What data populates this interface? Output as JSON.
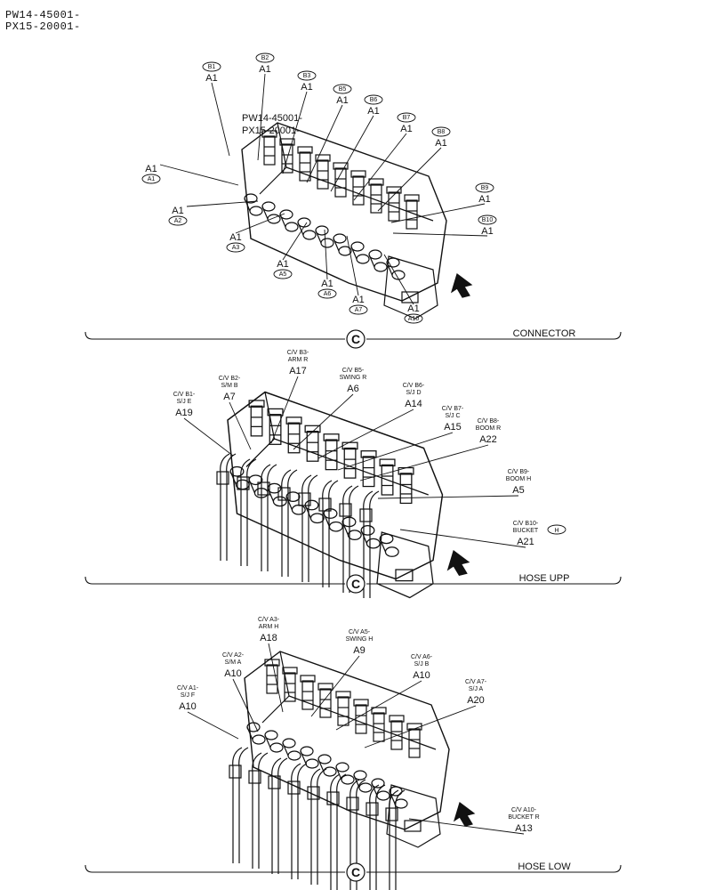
{
  "header": {
    "serial_lines": [
      "PW14-45001-",
      "PX15-20001-"
    ]
  },
  "sections": [
    {
      "title": "CONNECTOR",
      "marker": "C"
    },
    {
      "title": "HOSE UPP",
      "marker": "C"
    },
    {
      "title": "HOSE LOW",
      "marker": "C"
    }
  ],
  "overlay_stamp": [
    "PW14-45001-",
    "PX15-20001-"
  ],
  "connector_callouts": [
    {
      "circle": "B1",
      "code": "A1"
    },
    {
      "circle": "B2",
      "code": "A1"
    },
    {
      "circle": "B3",
      "code": "A1"
    },
    {
      "circle": "B5",
      "code": "A1"
    },
    {
      "circle": "B6",
      "code": "A1"
    },
    {
      "circle": "B7",
      "code": "A1"
    },
    {
      "circle": "B8",
      "code": "A1"
    },
    {
      "circle": "B9",
      "code": "A1"
    },
    {
      "circle": "B10",
      "code": "A1"
    },
    {
      "circle": "A1",
      "code": "A1"
    },
    {
      "circle": "A2",
      "code": "A1"
    },
    {
      "circle": "A3",
      "code": "A1"
    },
    {
      "circle": "A5",
      "code": "A1"
    },
    {
      "circle": "A6",
      "code": "A1"
    },
    {
      "circle": "A7",
      "code": "A1"
    },
    {
      "circle": "A10",
      "code": "A1"
    }
  ],
  "hose_upp_callouts": [
    {
      "lines": [
        "C/V B1-",
        "S/J E"
      ],
      "code": "A19"
    },
    {
      "lines": [
        "C/V B2-",
        "S/M B"
      ],
      "code": "A7"
    },
    {
      "lines": [
        "C/V B3-",
        "ARM R"
      ],
      "code": "A17"
    },
    {
      "lines": [
        "C/V B5-",
        "SWING R"
      ],
      "code": "A6"
    },
    {
      "lines": [
        "C/V B6-",
        "S/J D"
      ],
      "code": "A14"
    },
    {
      "lines": [
        "C/V B7-",
        "S/J C"
      ],
      "code": "A15"
    },
    {
      "lines": [
        "C/V B8-",
        "BOOM R"
      ],
      "code": "A22"
    },
    {
      "lines": [
        "C/V B9-",
        "BOOM H"
      ],
      "code": "A5"
    },
    {
      "lines": [
        "C/V B10-",
        "BUCKET"
      ],
      "code": "A21",
      "circle": "H"
    }
  ],
  "hose_low_callouts": [
    {
      "lines": [
        "C/V A1-",
        "S/J F"
      ],
      "code": "A10"
    },
    {
      "lines": [
        "C/V A2-",
        "S/M A"
      ],
      "code": "A10"
    },
    {
      "lines": [
        "C/V A3-",
        "ARM H"
      ],
      "code": "A18"
    },
    {
      "lines": [
        "C/V A5-",
        "SWING H"
      ],
      "code": "A9"
    },
    {
      "lines": [
        "C/V A6-",
        "S/J B"
      ],
      "code": "A10"
    },
    {
      "lines": [
        "C/V A7-",
        "S/J A"
      ],
      "code": "A20"
    },
    {
      "lines": [
        "C/V A10-",
        "BUCKET R"
      ],
      "code": "A13"
    }
  ]
}
